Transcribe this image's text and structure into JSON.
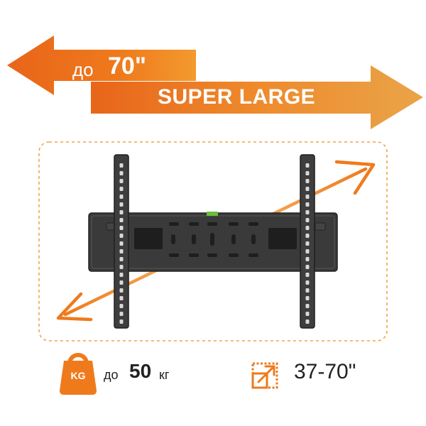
{
  "banner": {
    "size_prefix": "до",
    "size_value": "70\"",
    "headline": "SUPER LARGE"
  },
  "specs": {
    "weight_icon_label": "KG",
    "weight_prefix": "до",
    "weight_value": "50",
    "weight_unit": "кг",
    "diagonal_range": "37-70\""
  },
  "colors": {
    "accent": "#EF7A1C",
    "accent_light": "#F2A23A",
    "mount_body": "#3a3a3a",
    "dashed_frame": "#F0A44A"
  },
  "icons": {
    "weight": "weight-kg-icon",
    "diagonal": "resize-diagonal-icon"
  }
}
